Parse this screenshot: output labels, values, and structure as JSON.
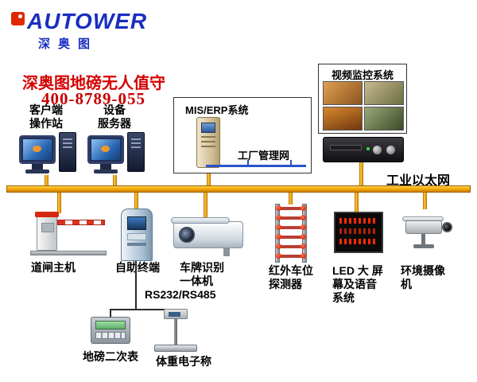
{
  "header": {
    "logo_text": "AUTOWER",
    "logo_sub": "深奥图",
    "title": "深奥图地磅无人值守",
    "phone": "400-8789-055"
  },
  "colors": {
    "accent_red": "#d50000",
    "logo_blue": "#1a2ec0",
    "bus_orange": "#f5a300"
  },
  "top_nodes": {
    "client_station": {
      "lines": [
        "客户端",
        "操作站"
      ]
    },
    "device_server": {
      "lines": [
        "设备",
        "服务器"
      ]
    },
    "mis_erp": {
      "label": "MIS/ERP系统",
      "net_label": "工厂管理网"
    },
    "video": {
      "label": "视频监控系统"
    }
  },
  "bus": {
    "label": "工业以太网"
  },
  "bottom_nodes": {
    "barrier": {
      "lines": [
        "道闸主机"
      ]
    },
    "kiosk": {
      "lines": [
        "自助终端"
      ]
    },
    "lpr": {
      "lines": [
        "车牌识别",
        "一体机"
      ]
    },
    "infrared": {
      "lines": [
        "红外车位",
        "探测器"
      ]
    },
    "led": {
      "lines": [
        "LED 大 屏",
        "幕及语音",
        "系统"
      ]
    },
    "env_camera": {
      "lines": [
        "环境摄像",
        "机"
      ]
    }
  },
  "serial": {
    "label": "RS232/RS485",
    "meter_label": "地磅二次表",
    "scale_label": "体重电子称"
  }
}
